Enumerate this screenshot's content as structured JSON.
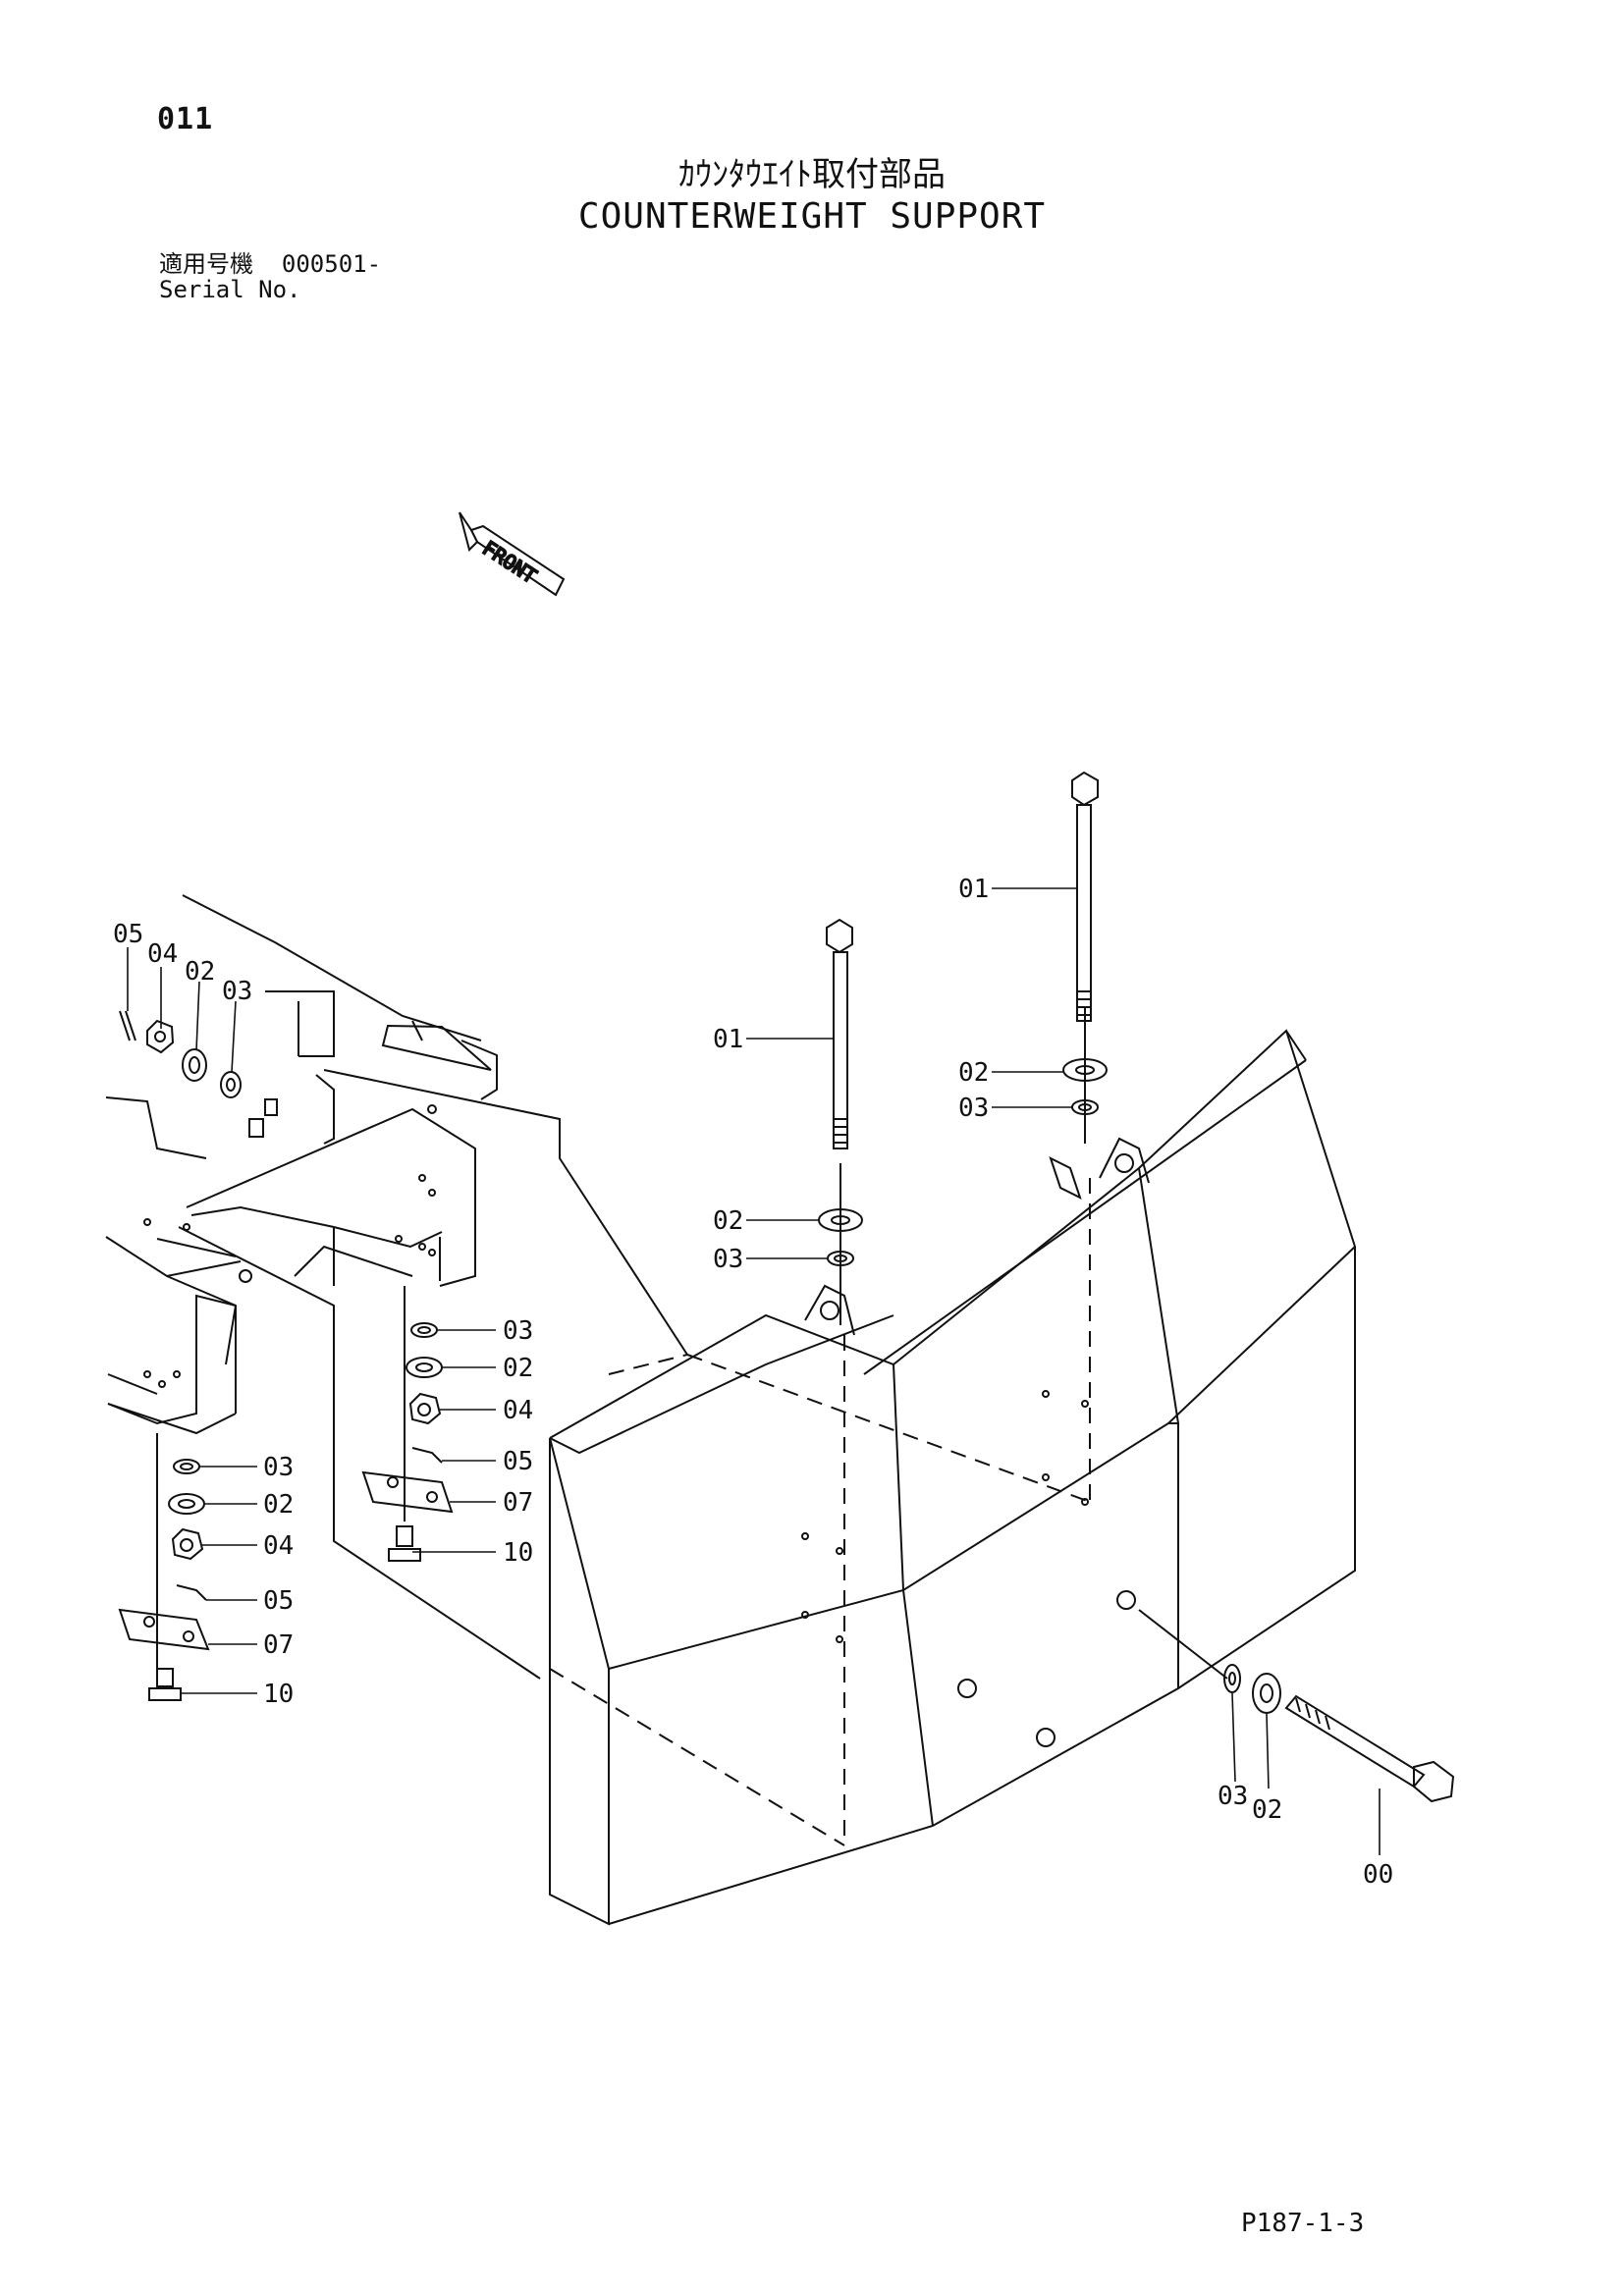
{
  "header": {
    "page_number": "011",
    "title_ja": "ｶｳﾝﾀｳｴｲﾄ取付部品",
    "title_en": "COUNTERWEIGHT SUPPORT",
    "serial_label_ja": "適用号機",
    "serial_value": "000501-",
    "serial_label_en": "Serial No."
  },
  "front_arrow": {
    "label": "FRONT"
  },
  "callouts": {
    "bolt_right_01": "01",
    "bolt_right_02": "02",
    "bolt_right_03": "03",
    "bolt_mid_01": "01",
    "bolt_mid_02": "02",
    "bolt_mid_03": "03",
    "topleft_05": "05",
    "topleft_04": "04",
    "topleft_02": "02",
    "topleft_03": "03",
    "rightstack_03": "03",
    "rightstack_02": "02",
    "rightstack_04": "04",
    "rightstack_05": "05",
    "rightstack_07": "07",
    "rightstack_10": "10",
    "leftstack_03": "03",
    "leftstack_02": "02",
    "leftstack_04": "04",
    "leftstack_05": "05",
    "leftstack_07": "07",
    "leftstack_10": "10",
    "side_03": "03",
    "side_02": "02",
    "side_00": "00"
  },
  "footer": {
    "page_code": "P187-1-3"
  },
  "colors": {
    "line": "#111111",
    "background": "#ffffff"
  }
}
